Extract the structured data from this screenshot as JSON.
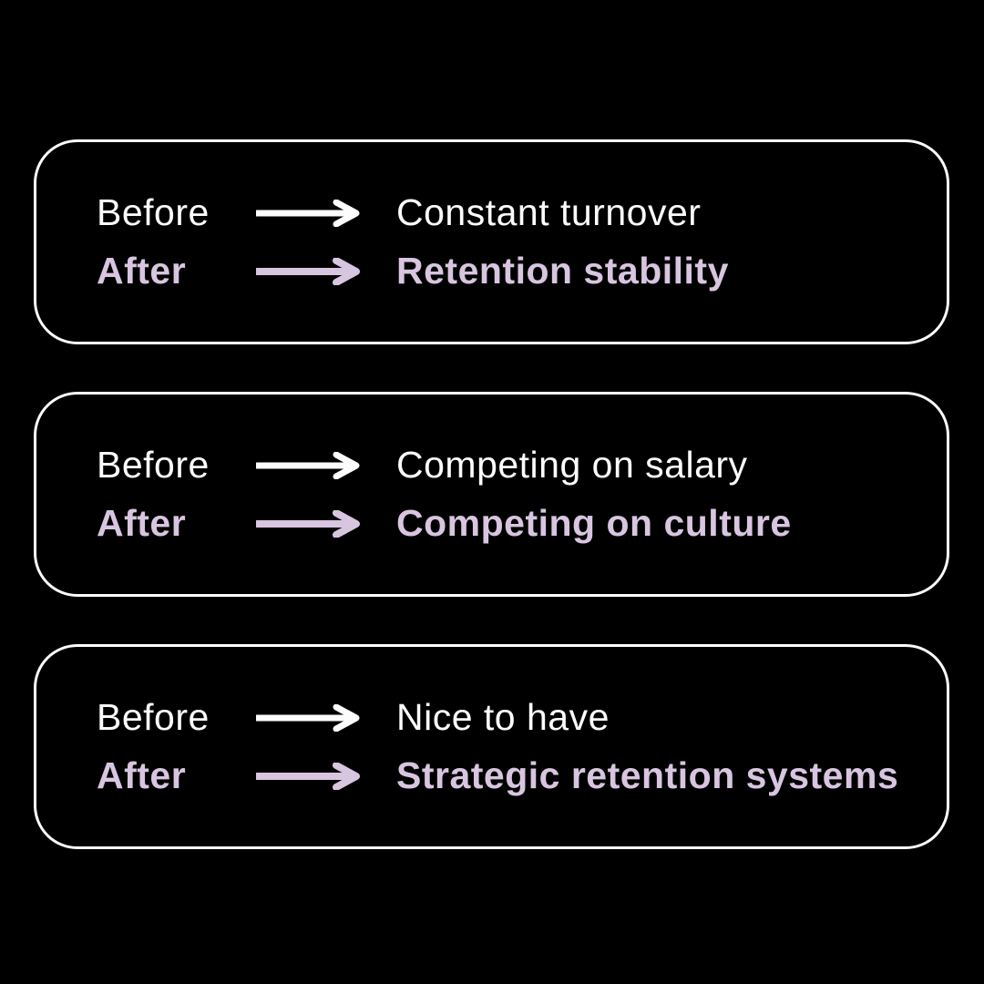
{
  "page": {
    "background_color": "#000000",
    "card_border_color": "#fdfdfd",
    "before_text_color": "#fcfcfc",
    "after_text_color": "#d8c5e0",
    "arrow_icon": "right-arrow"
  },
  "cards": [
    {
      "before_label": "Before",
      "before_value": "Constant turnover",
      "after_label": "After",
      "after_value": "Retention stability"
    },
    {
      "before_label": "Before",
      "before_value": "Competing on salary",
      "after_label": "After",
      "after_value": "Competing on culture"
    },
    {
      "before_label": "Before",
      "before_value": "Nice to have",
      "after_label": "After",
      "after_value": "Strategic retention systems"
    }
  ]
}
